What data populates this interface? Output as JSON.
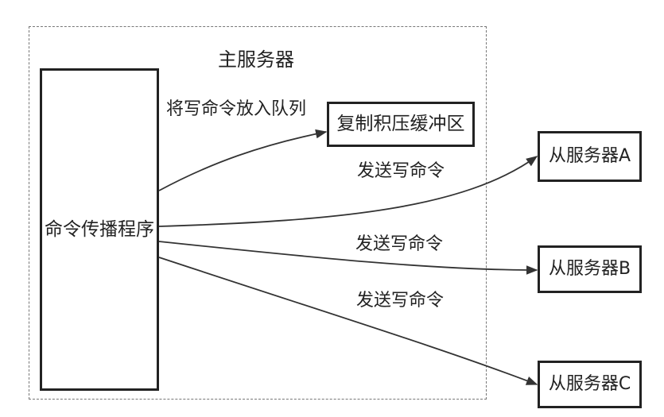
{
  "master": {
    "title": "主服务器"
  },
  "propagator": {
    "label": "命令传播程序"
  },
  "backlog": {
    "label": "复制积压缓冲区"
  },
  "edges": {
    "enqueue": "将写命令放入队列",
    "send_a": "发送写命令",
    "send_b": "发送写命令",
    "send_c": "发送写命令"
  },
  "slaves": [
    {
      "label": "从服务器A"
    },
    {
      "label": "从服务器B"
    },
    {
      "label": "从服务器C"
    }
  ],
  "colors": {
    "line": "#333333",
    "box_border": "#222222",
    "frame": "#777777",
    "background": "#ffffff"
  }
}
